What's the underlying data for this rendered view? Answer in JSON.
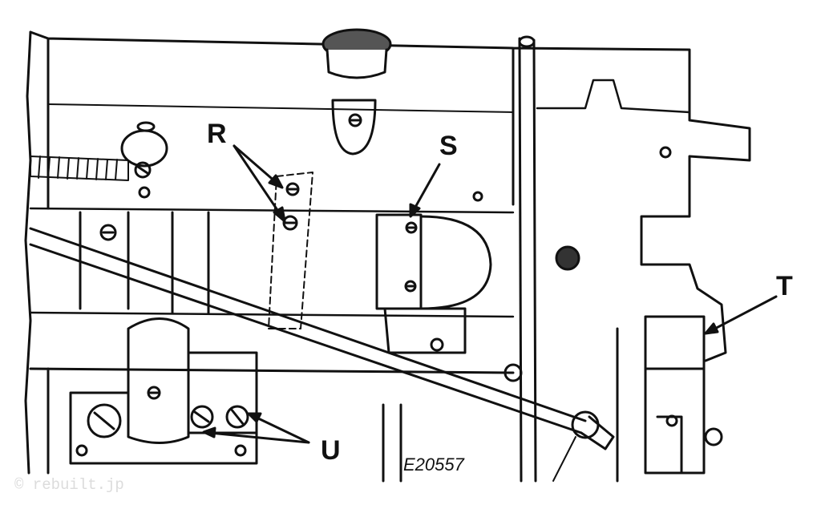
{
  "labels": {
    "r": "R",
    "s": "S",
    "t": "T",
    "u": "U"
  },
  "figure_code": "E20557",
  "watermark": "© rebuilt.jp",
  "colors": {
    "ink": "#111111",
    "background": "#ffffff",
    "watermark": "#dcdcdc"
  }
}
